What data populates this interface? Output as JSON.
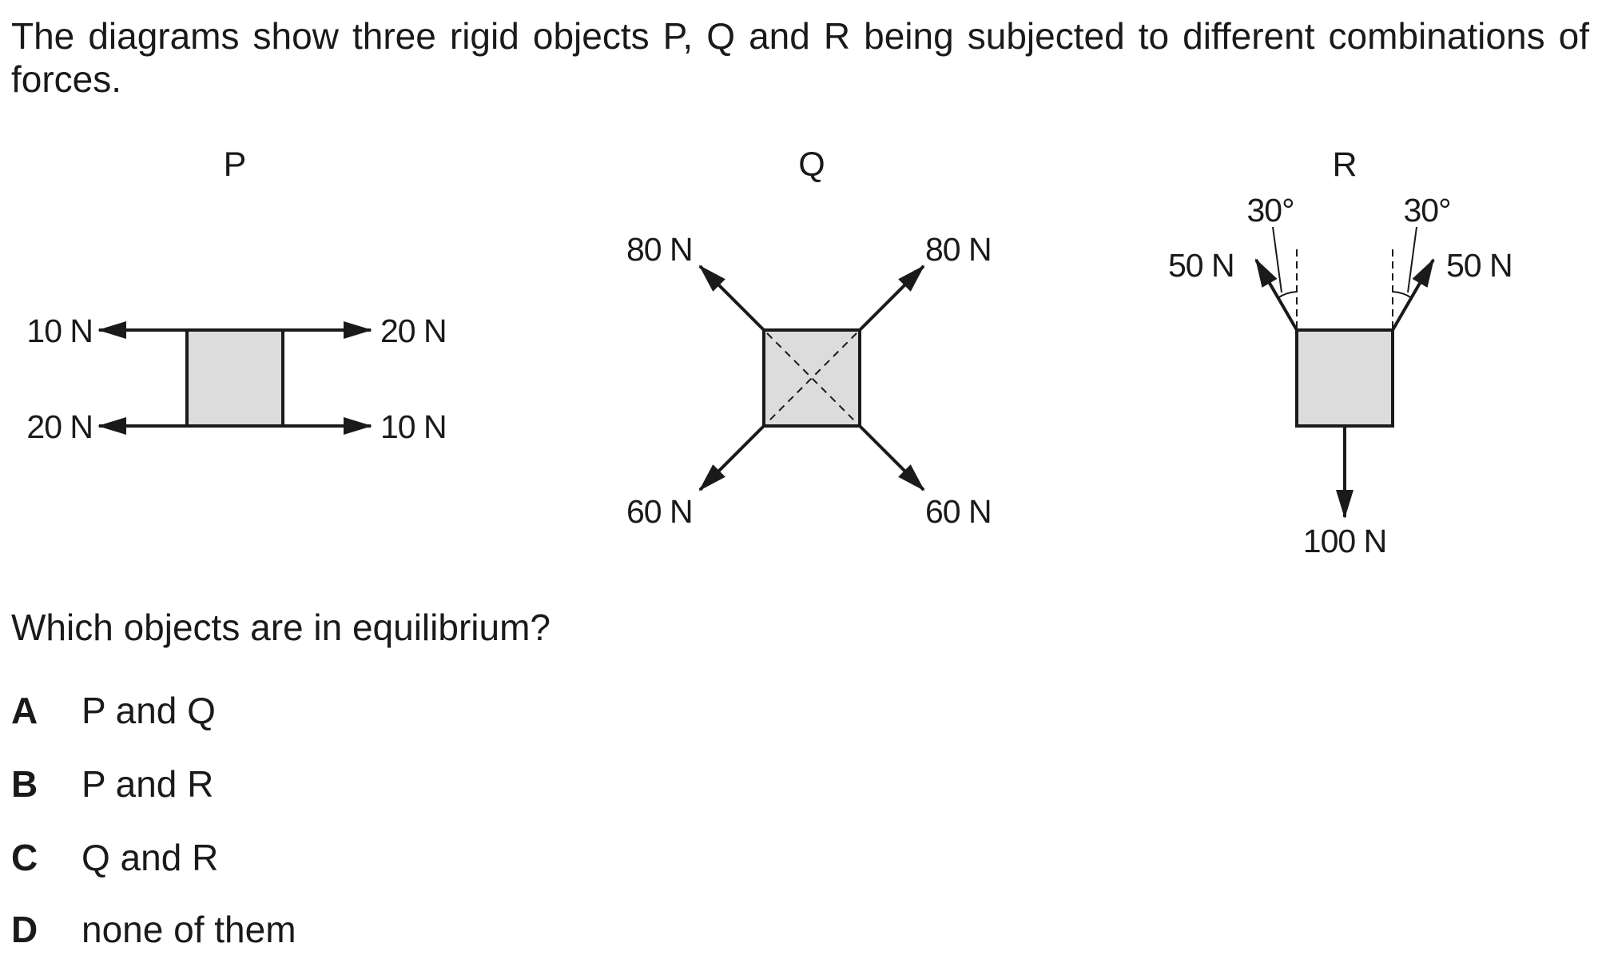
{
  "stem": "The diagrams show three rigid objects P, Q and R being subjected to different combinations of forces.",
  "diagram": {
    "P": {
      "title": "P",
      "force_top_left": "10 N",
      "force_top_right": "20 N",
      "force_bottom_left": "20 N",
      "force_bottom_right": "10 N"
    },
    "Q": {
      "title": "Q",
      "force_upper_left": "80 N",
      "force_upper_right": "80 N",
      "force_lower_left": "60 N",
      "force_lower_right": "60 N"
    },
    "R": {
      "title": "R",
      "angle_left": "30°",
      "angle_right": "30°",
      "force_left": "50 N",
      "force_right": "50 N",
      "force_down": "100 N"
    },
    "colors": {
      "object_fill": "#dcdcdd",
      "stroke": "#1a1a1a"
    }
  },
  "question": "Which objects are in equilibrium?",
  "options": [
    {
      "letter": "A",
      "text": "P and Q"
    },
    {
      "letter": "B",
      "text": "P and R"
    },
    {
      "letter": "C",
      "text": "Q and R"
    },
    {
      "letter": "D",
      "text": "none of them"
    }
  ]
}
